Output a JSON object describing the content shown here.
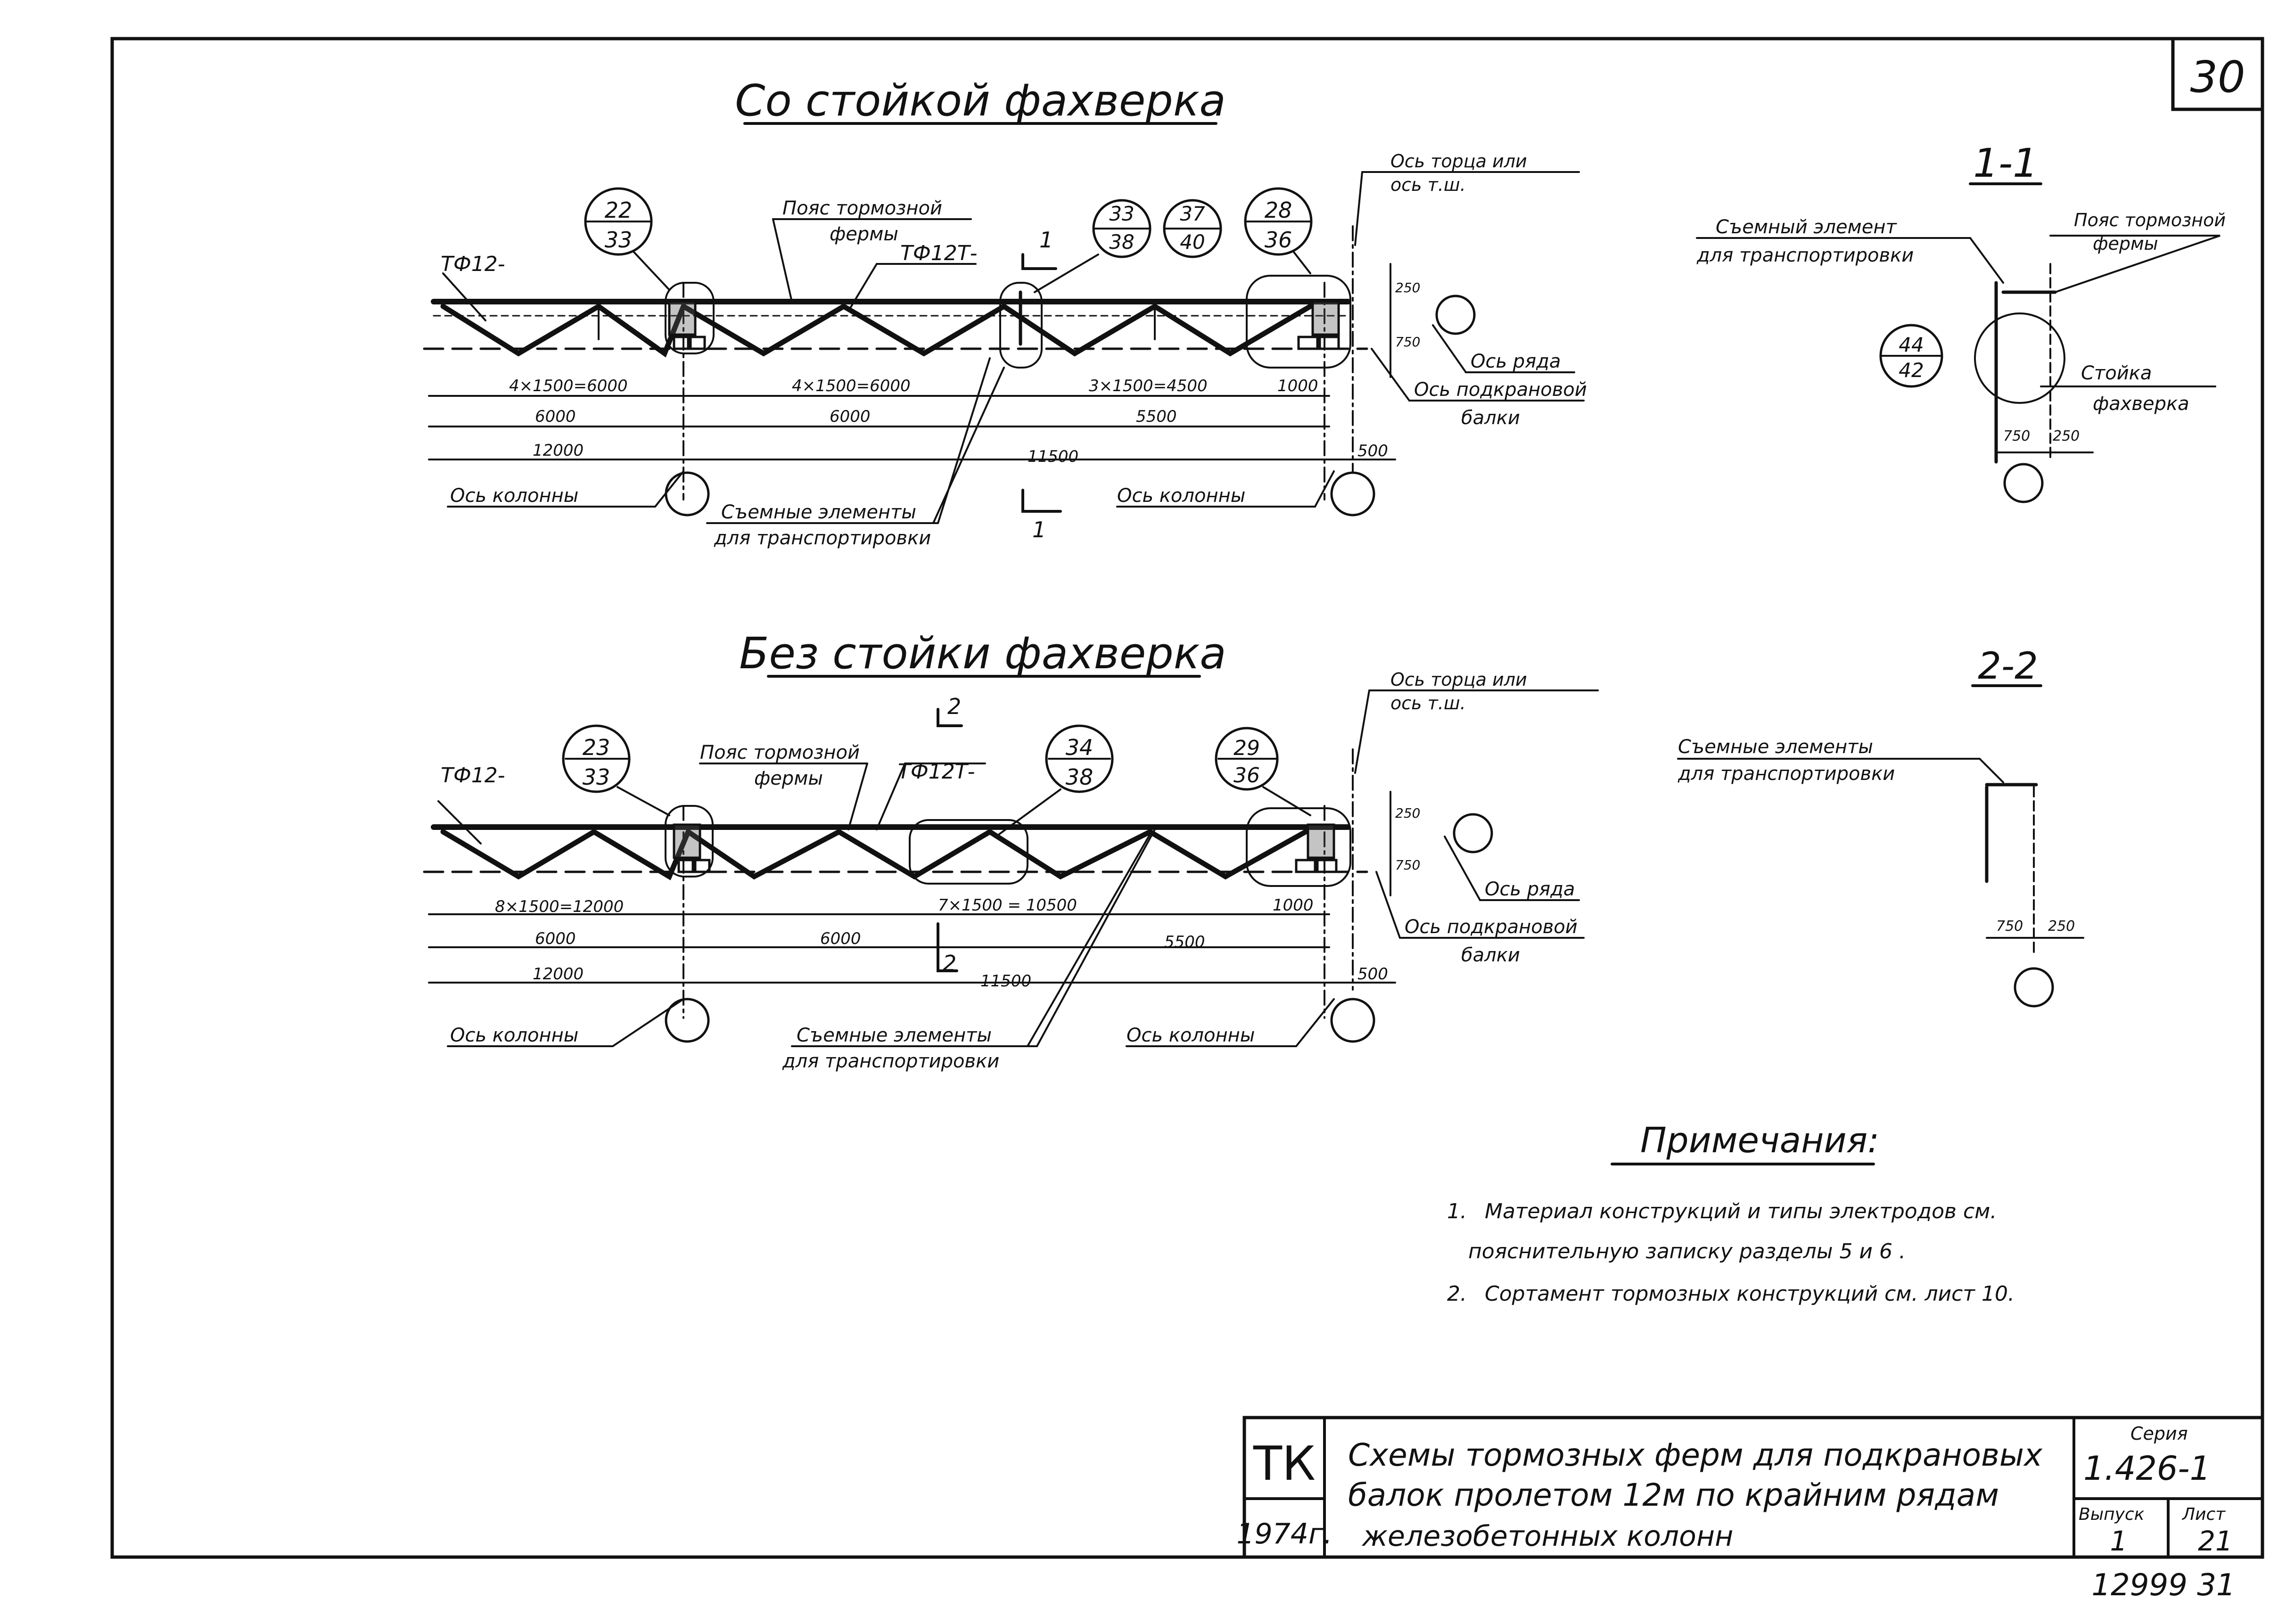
{
  "sheet_number": "30",
  "section1": {
    "title": "Со стойкой   фахверка",
    "callouts": [
      {
        "top": "22",
        "bottom": "33"
      },
      {
        "top": "33",
        "bottom": "38"
      },
      {
        "top": "37",
        "bottom": "40"
      },
      {
        "top": "28",
        "bottom": "36"
      }
    ],
    "label_belt": "Пояс тормозной",
    "label_belt2": "фермы",
    "label_tf12": "ТФ12-",
    "label_tf12t": "ТФ12Т-",
    "label_axis_end": "Ось торца или",
    "label_axis_end2": "ось т.ш.",
    "label_axis_row": "Ось ряда",
    "label_axis_crane": "Ось  подкрановой",
    "label_axis_crane2": "балки",
    "label_axis_column_left": "Ось колонны",
    "label_axis_column_right": "Ось колонны",
    "label_removable": "Съемные  элементы",
    "label_removable2": "для  транспортировки",
    "section_mark_top": "1",
    "section_mark_bottom": "1",
    "dims_row1": [
      "4×1500=6000",
      "4×1500=6000",
      "3×1500=4500",
      "1000"
    ],
    "dims_row2": [
      "6000",
      "6000",
      "5500"
    ],
    "dims_row3": [
      "12000",
      "11500",
      "500"
    ],
    "dim_250": "250",
    "dim_750": "750"
  },
  "section2": {
    "title": "Без  стойки  фахверка",
    "callouts": [
      {
        "top": "23",
        "bottom": "33"
      },
      {
        "top": "34",
        "bottom": "38"
      },
      {
        "top": "29",
        "bottom": "36"
      }
    ],
    "label_belt": "Пояс тормозной",
    "label_belt2": "фермы",
    "label_tf12": "ТФ12-",
    "label_tf12t": "ТФ12Т-",
    "label_axis_end": "Ось торца или",
    "label_axis_end2": "ось т.ш.",
    "label_axis_row": "Ось ряда",
    "label_axis_crane": "Ось  подкрановой",
    "label_axis_crane2": "балки",
    "label_axis_column_left": "Ось колонны",
    "label_axis_column_right": "Ось колонны",
    "label_removable": "Съемные  элементы",
    "label_removable2": "для  транспортировки",
    "section_mark_top": "2",
    "section_mark_bottom": "2",
    "dims_row1": [
      "8×1500=12000",
      "7×1500 = 10500",
      "1000"
    ],
    "dims_row2": [
      "6000",
      "6000",
      "5500"
    ],
    "dims_row3": [
      "12000",
      "11500",
      "500"
    ],
    "dim_250": "250",
    "dim_750": "750"
  },
  "detail11": {
    "title": "1-1",
    "label_removable": "Съемный элемент",
    "label_removable2": "для транспортировки",
    "label_belt": "Пояс тормозной",
    "label_belt2": "фермы",
    "label_post": "Стойка",
    "label_post2": "фахверка",
    "callout": {
      "top": "44",
      "bottom": "42"
    },
    "dim_750": "750",
    "dim_250": "250"
  },
  "detail22": {
    "title": "2-2",
    "label_removable": "Съемные элементы",
    "label_removable2": "для  транспортировки",
    "dim_750": "750",
    "dim_250": "250"
  },
  "notes": {
    "title": "Примечания:",
    "items": [
      {
        "num": "1.",
        "line1": "Материал   конструкций и типы  электродов  см.",
        "line2": "пояснительную    записку  разделы  5 и 6 ."
      },
      {
        "num": "2.",
        "line1": "Сортамент    тормозных   конструкций  см. лист 10.",
        "line2": ""
      }
    ]
  },
  "title_block": {
    "org": "ТК",
    "year": "1974г.",
    "title_line1": "Схемы  тормозных  ферм  для  подкрановых",
    "title_line2": "балок  пролетом 12м  по крайним  рядам",
    "title_line3": "железобетонных   колонн",
    "series_label": "Серия",
    "series_value": "1.426-1",
    "issue_label": "Выпуск",
    "issue_value": "1",
    "sheet_label": "Лист",
    "sheet_value": "21"
  },
  "bottom_code": "12999  31"
}
